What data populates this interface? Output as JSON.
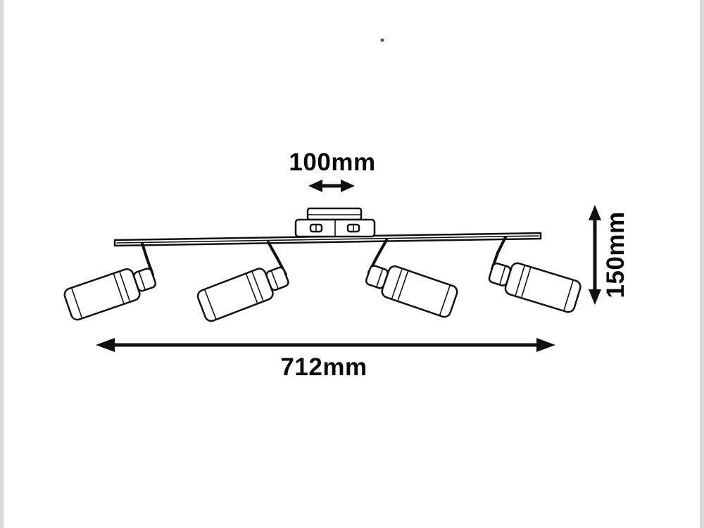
{
  "diagram": {
    "width_label": "100mm",
    "height_label": "150mm",
    "length_label": "712mm"
  },
  "colors": {
    "line": "#111111",
    "text": "#0a0a0a",
    "background": "#ffffff",
    "edge": "#dadada"
  }
}
